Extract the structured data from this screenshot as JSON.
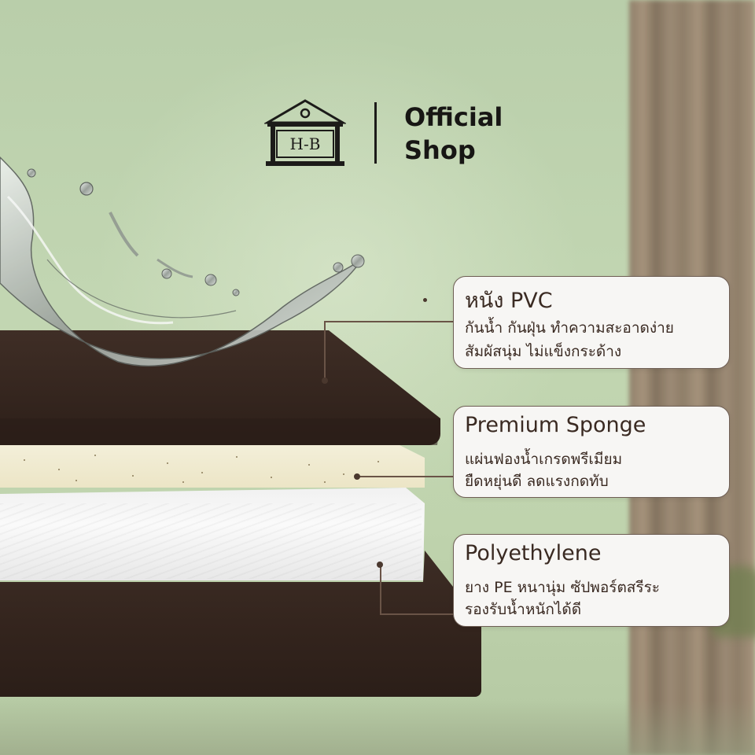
{
  "brand": {
    "logo_text": "H-B",
    "title_line1": "Official",
    "title_line2": "Shop"
  },
  "callouts": [
    {
      "title": "หนัง PVC",
      "line1": "กันน้ำ กันฝุ่น ทำความสะอาดง่าย",
      "line2": "สัมผัสนุ่ม ไม่แข็งกระด้าง"
    },
    {
      "title": "Premium Sponge",
      "line1": "แผ่นฟองน้ำเกรดพรีเมียม",
      "line2": "ยืดหยุ่นดี ลดแรงกดทับ"
    },
    {
      "title": "Polyethylene",
      "line1": "ยาง PE หนานุ่ม ซัปพอร์ตสรีระ",
      "line2": "รองรับน้ำหนักได้ดี"
    }
  ],
  "colors": {
    "background": "#bfd3ad",
    "pvc": "#35261f",
    "sponge": "#efe9cf",
    "pe": "#f4f4f4",
    "callout_bg": "#f7f6f4",
    "text": "#3a2a22"
  },
  "icons": [
    "building-logo-icon",
    "water-splash-icon"
  ]
}
